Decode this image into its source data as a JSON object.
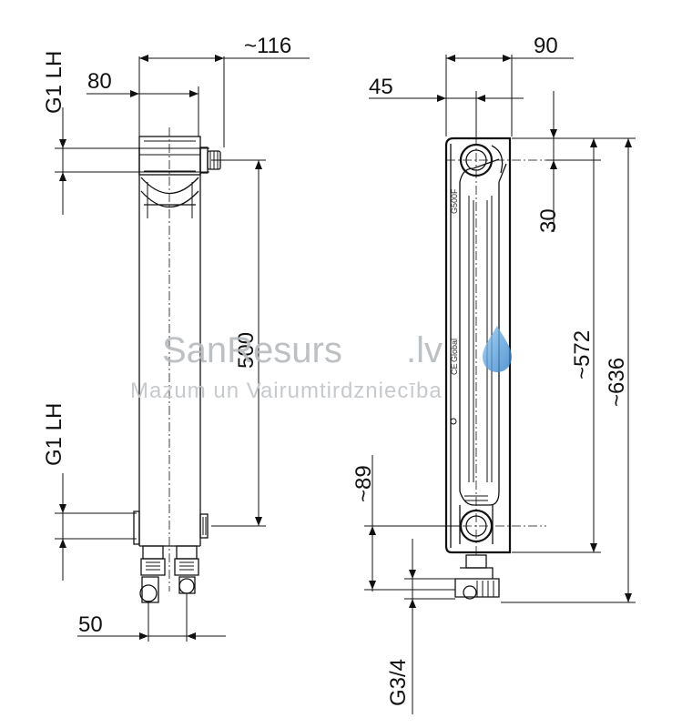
{
  "dimensions": {
    "front_view": {
      "overall_depth": "~116",
      "body_depth": "80",
      "top_connection": "G1 LH",
      "bottom_connection": "G1 LH",
      "center_distance": "500",
      "valve_spacing": "50"
    },
    "side_view": {
      "width": "90",
      "half_width": "45",
      "top_offset": "30",
      "body_height": "~572",
      "total_height": "~636",
      "valve_offset": "~89",
      "valve_thread": "G3/4"
    }
  },
  "product_marking": {
    "model": "G500F",
    "ce_mark": "CE",
    "brand_vertical": "Global"
  },
  "watermark": {
    "name_left": "SanResurs",
    "name_right": ".lv",
    "tagline": "Mazum un Vairumtirdzniecība",
    "drop_color": "#3d8fd6"
  }
}
